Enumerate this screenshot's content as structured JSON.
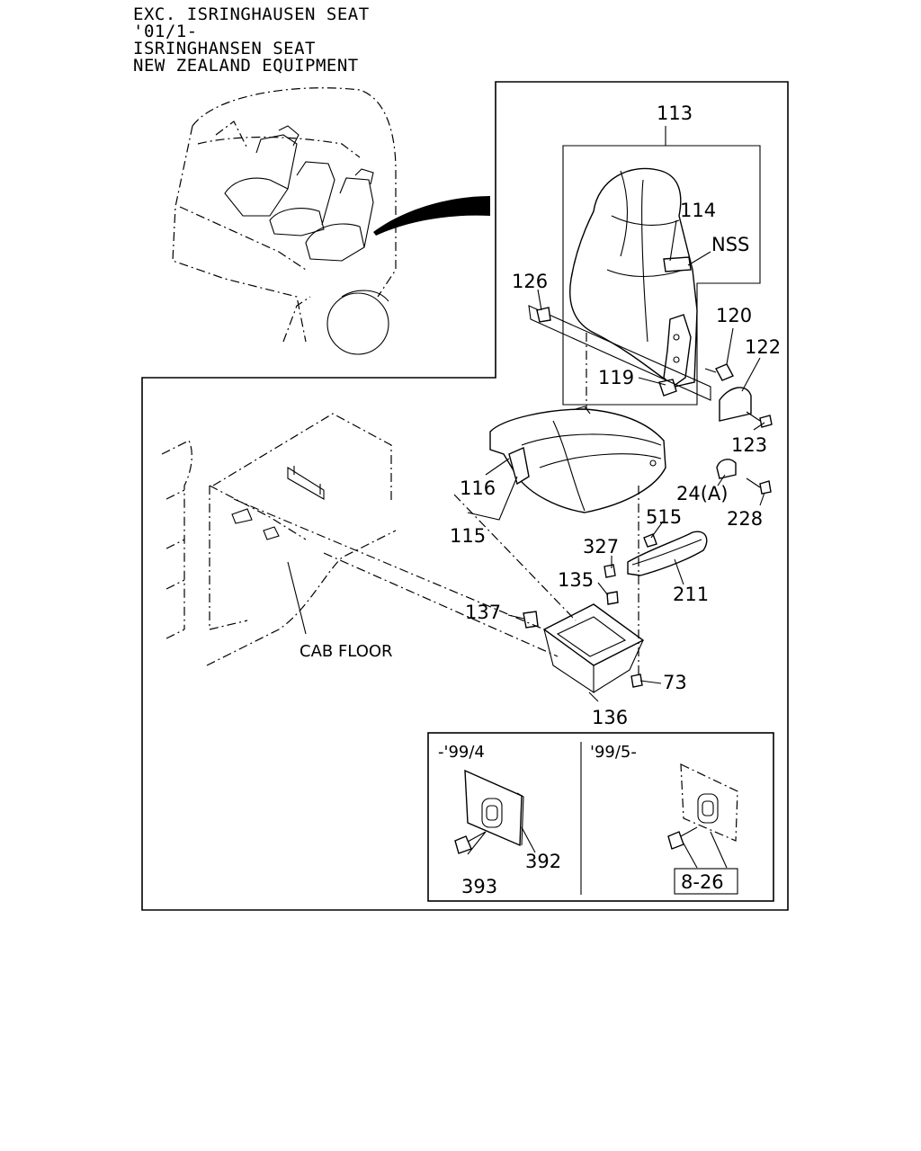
{
  "header": {
    "line1": "EXC. ISRINGHAUSEN SEAT",
    "line2": "'01/1-",
    "line3": "ISRINGHANSEN SEAT",
    "line4": "NEW ZEALAND EQUIPMENT"
  },
  "callouts": {
    "p113": "113",
    "p114": "114",
    "nss": "NSS",
    "p126": "126",
    "p120": "120",
    "p122": "122",
    "p119": "119",
    "p123": "123",
    "p24a": "24(A)",
    "p228": "228",
    "p116": "116",
    "p115": "115",
    "p515": "515",
    "p327": "327",
    "p135": "135",
    "p211": "211",
    "p137": "137",
    "cab_floor": "CAB FLOOR",
    "p73": "73",
    "p136": "136"
  },
  "inset": {
    "left_range": "-'99/4",
    "right_range": "'99/5-",
    "p392": "392",
    "p393": "393",
    "ref": "8-26"
  }
}
